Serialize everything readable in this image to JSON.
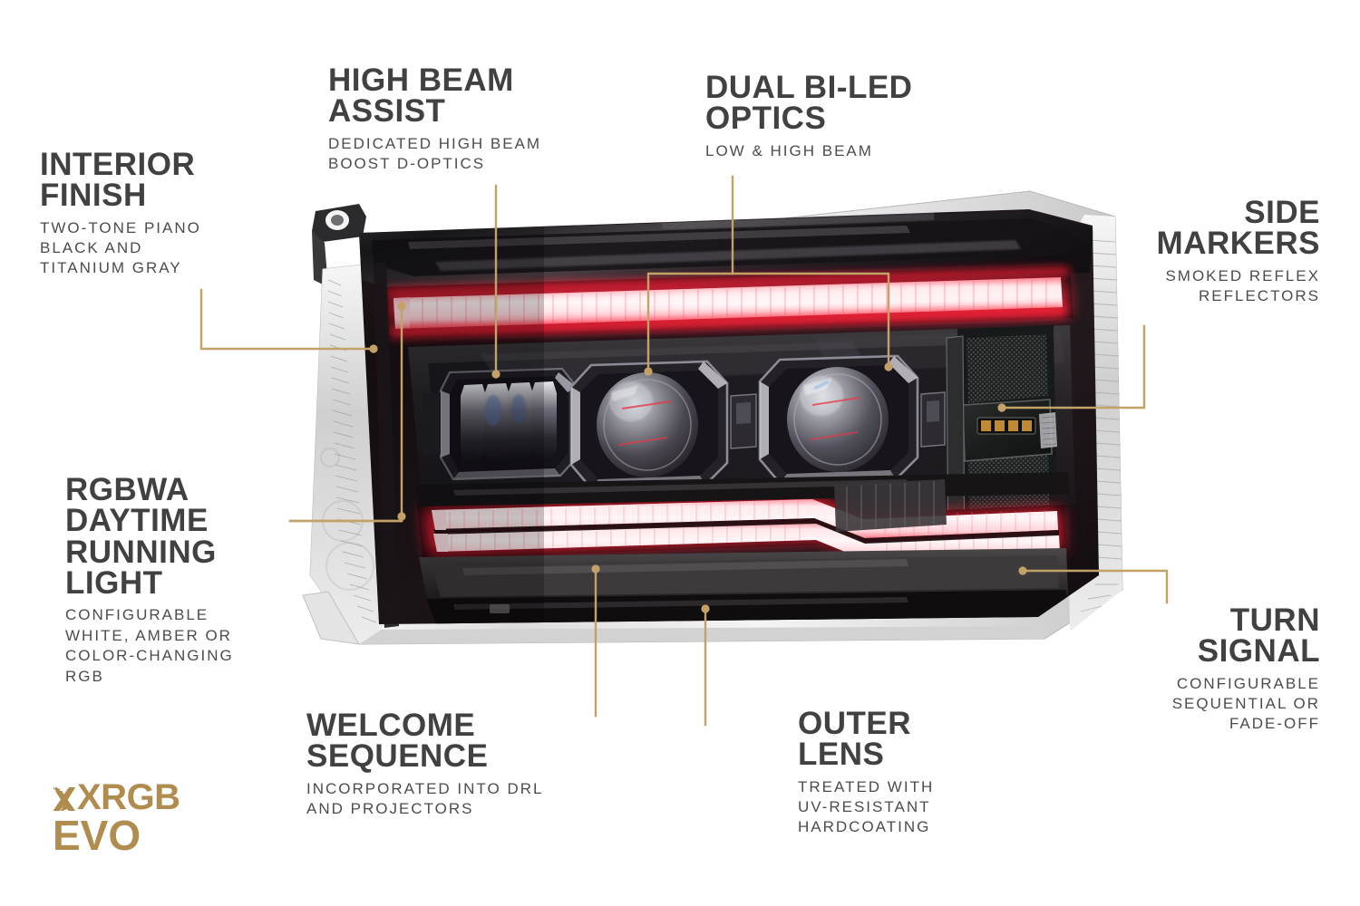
{
  "product": {
    "logo_line1": "XRGB",
    "logo_line2": "EVO",
    "logo_color": "#b08d4f"
  },
  "theme": {
    "background": "#ffffff",
    "heading_color": "#414141",
    "subtext_color": "#4c4c4c",
    "leader_line_color": "#c3a269",
    "drl_red": "#e8213a",
    "drl_glow": "#ff4a5c"
  },
  "callouts": [
    {
      "id": "interior-finish",
      "title": "INTERIOR\nFINISH",
      "sub": "TWO-TONE PIANO\nBLACK AND\nTITANIUM GRAY"
    },
    {
      "id": "high-beam-assist",
      "title": "HIGH BEAM\nASSIST",
      "sub": "DEDICATED HIGH BEAM\nBOOST D-OPTICS"
    },
    {
      "id": "dual-bi-led-optics",
      "title": "DUAL BI-LED\nOPTICS",
      "sub": "LOW & HIGH BEAM"
    },
    {
      "id": "side-markers",
      "title": "SIDE\nMARKERS",
      "sub": "SMOKED REFLEX\nREFLECTORS"
    },
    {
      "id": "rgbwa-daytime-running-light",
      "title": "RGBWA\nDAYTIME\nRUNNING\nLIGHT",
      "sub": "CONFIGURABLE\nWHITE, AMBER OR\nCOLOR-CHANGING\nRGB"
    },
    {
      "id": "turn-signal",
      "title": "TURN\nSIGNAL",
      "sub": "CONFIGURABLE\nSEQUENTIAL OR\nFADE-OFF"
    },
    {
      "id": "welcome-sequence",
      "title": "WELCOME\nSEQUENCE",
      "sub": "INCORPORATED INTO DRL\nAND PROJECTORS"
    },
    {
      "id": "outer-lens",
      "title": "OUTER\nLENS",
      "sub": "TREATED WITH\nUV-RESISTANT\nHARDCOATING"
    }
  ]
}
